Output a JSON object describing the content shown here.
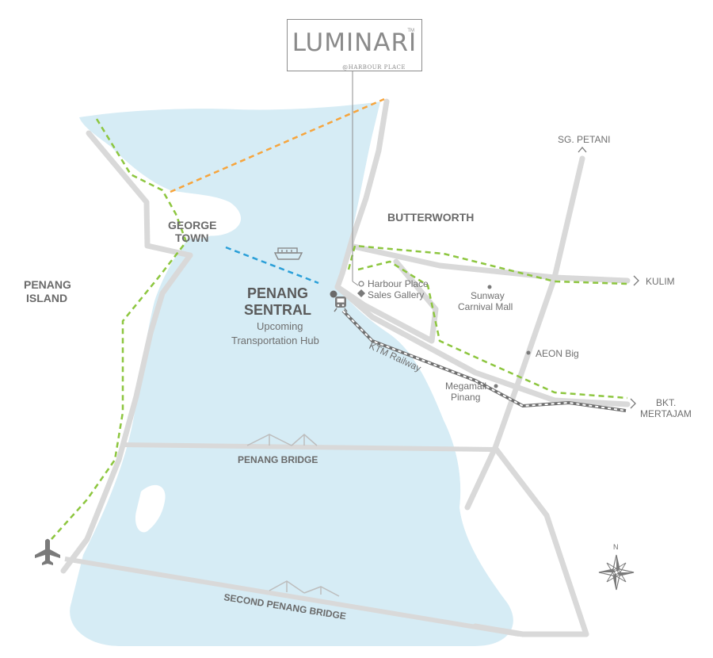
{
  "brand": {
    "name": "LUMINARI",
    "tm": "TM",
    "sub": "@HARBOUR PLACE"
  },
  "labels": {
    "butterworth": "BUTTERWORTH",
    "george_town_1": "GEORGE",
    "george_town_2": "TOWN",
    "penang_island_1": "PENANG",
    "penang_island_2": "ISLAND",
    "penang_sentral_1": "PENANG",
    "penang_sentral_2": "SENTRAL",
    "hub_1": "Upcoming",
    "hub_2": "Transportation Hub",
    "harbour_place": "Harbour Place",
    "sales_gallery": "Sales Gallery",
    "sunway_1": "Sunway",
    "sunway_2": "Carnival Mall",
    "aeon": "AEON Big",
    "megamall_1": "Megamall",
    "megamall_2": "Pinang",
    "ktm": "KTM Railway",
    "sg_petani": "SG. PETANI",
    "kulim": "KULIM",
    "bkt_1": "BKT.",
    "bkt_2": "MERTAJAM",
    "penang_bridge": "PENANG BRIDGE",
    "second_bridge": "SECOND PENANG BRIDGE",
    "north": "N"
  },
  "colors": {
    "sea": "#d6ecf5",
    "road": "#d9d9d9",
    "green_route": "#8dc63f",
    "orange_route": "#f7a43b",
    "blue_route": "#2a9fd8",
    "rail": "#707070",
    "text": "#6f6f6f"
  },
  "icons": [
    "ferry-icon",
    "train-icon",
    "airplane-icon",
    "compass-rose-icon",
    "bridge-icon"
  ]
}
